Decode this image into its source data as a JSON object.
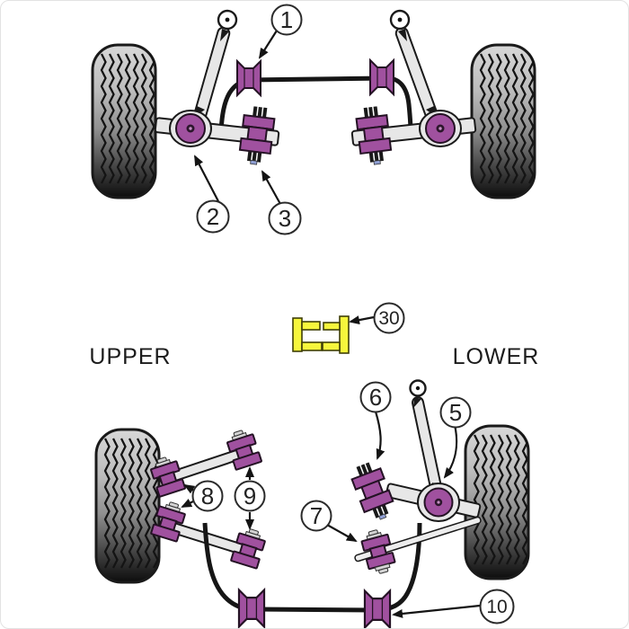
{
  "diagram": {
    "upper_label": "UPPER",
    "lower_label": "LOWER"
  },
  "callouts": {
    "c1": "1",
    "c2": "2",
    "c3": "3",
    "c5": "5",
    "c6": "6",
    "c7": "7",
    "c8": "8",
    "c9": "9",
    "c10": "10",
    "c30": "30"
  },
  "colors": {
    "bushing_purple": "#a0519f",
    "component_yellow": "#f6f63c",
    "arm_gray": "#e7e7e7",
    "antiroll_bar_black": "#161616",
    "tire_dark": "#0d0d0d"
  }
}
